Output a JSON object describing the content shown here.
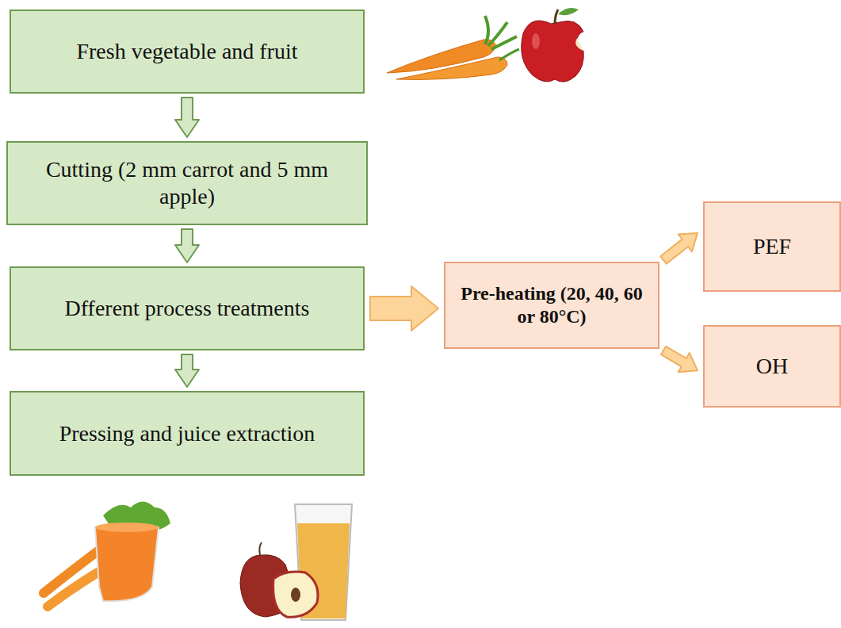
{
  "diagram": {
    "nodes": [
      {
        "text": [
          "Fresh vegetable and fruit"
        ]
      },
      {
        "text": [
          "Cutting (2 mm carrot and 5 mm apple)"
        ]
      },
      {
        "text": [
          "Dfferent process treatments"
        ]
      },
      {
        "text": [
          "Pressing and juice extraction"
        ]
      },
      {
        "text": [
          "Pre-heating (20, 40, 60 or 80°C)"
        ]
      },
      {
        "text": [
          "PEF"
        ]
      },
      {
        "text": [
          "OH"
        ]
      }
    ],
    "edges": [
      {
        "from": 0,
        "to": 1,
        "arrow": "to"
      },
      {
        "from": 1,
        "to": 2,
        "arrow": "to"
      },
      {
        "from": 2,
        "to": 3,
        "arrow": "to"
      },
      {
        "from": 2,
        "to": 4,
        "arrow": "to"
      },
      {
        "from": 4,
        "to": 5,
        "arrow": "to"
      },
      {
        "from": 4,
        "to": 6,
        "arrow": "to"
      }
    ]
  }
}
